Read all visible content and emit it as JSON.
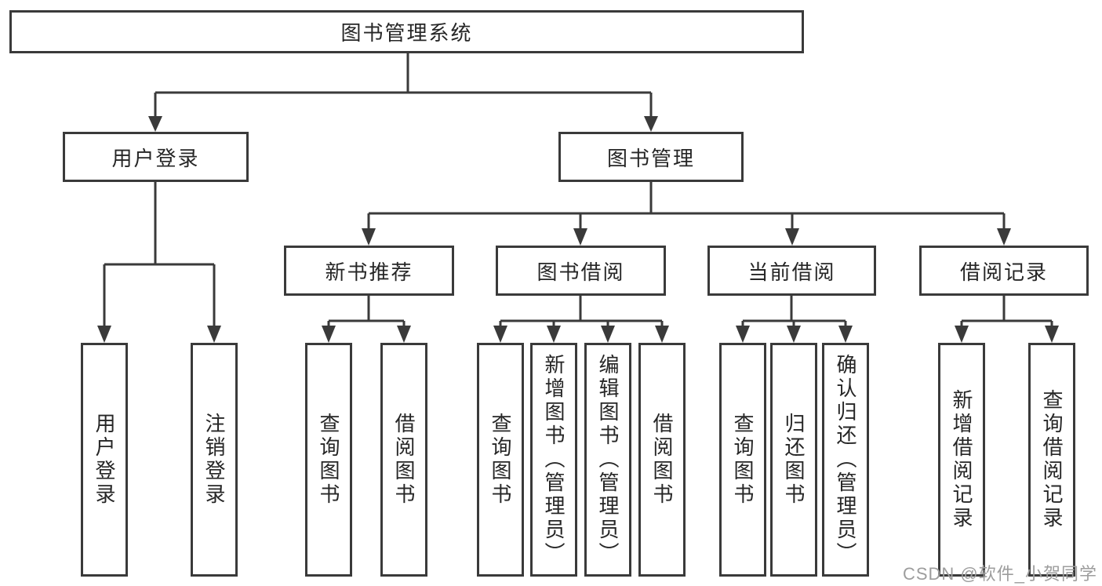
{
  "diagram": {
    "type": "hierarchy-tree",
    "root": {
      "label": "图书管理系统"
    },
    "level2": [
      {
        "label": "用户登录",
        "parent": "图书管理系统"
      },
      {
        "label": "图书管理",
        "parent": "图书管理系统"
      }
    ],
    "level3": [
      {
        "label": "新书推荐",
        "parent": "图书管理"
      },
      {
        "label": "图书借阅",
        "parent": "图书管理"
      },
      {
        "label": "当前借阅",
        "parent": "图书管理"
      },
      {
        "label": "借阅记录",
        "parent": "图书管理"
      }
    ],
    "leaves": [
      {
        "label": "用户登录",
        "parent": "用户登录"
      },
      {
        "label": "注销登录",
        "parent": "用户登录"
      },
      {
        "label": "查询图书",
        "parent": "新书推荐"
      },
      {
        "label": "借阅图书",
        "parent": "新书推荐"
      },
      {
        "label": "查询图书",
        "parent": "图书借阅"
      },
      {
        "label": "新增图书（管理员）",
        "parent": "图书借阅"
      },
      {
        "label": "编辑图书（管理员）",
        "parent": "图书借阅"
      },
      {
        "label": "借阅图书",
        "parent": "图书借阅"
      },
      {
        "label": "查询图书",
        "parent": "当前借阅"
      },
      {
        "label": "归还图书",
        "parent": "当前借阅"
      },
      {
        "label": "确认归还（管理员）",
        "parent": "当前借阅"
      },
      {
        "label": "新增借阅记录",
        "parent": "借阅记录"
      },
      {
        "label": "查询借阅记录",
        "parent": "借阅记录"
      }
    ],
    "colors": {
      "line": "#3a3a3a",
      "box_border": "#3a3a3a",
      "text": "#262626",
      "watermark": "#9d9d9d",
      "background": "#ffffff"
    }
  },
  "watermark": {
    "text": "CSDN @软件_小贺同学"
  }
}
